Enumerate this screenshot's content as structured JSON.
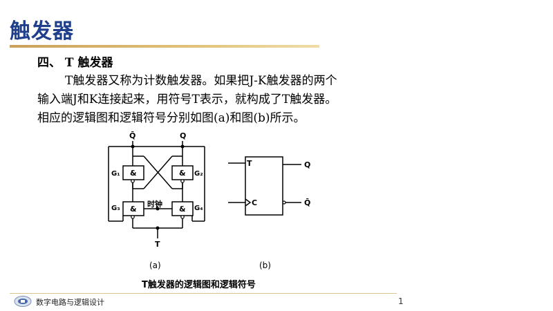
{
  "slide": {
    "title": "触发器",
    "section_heading": "四、 T 触发器",
    "paragraph_lines": [
      "T触发器又称为计数触发器。如果把J-K触发器的两个",
      "输入端J和K连接起来，用符号T表示，就构成了T触发器。",
      "相应的逻辑图和逻辑符号分别如图(a)和图(b)所示。"
    ]
  },
  "figure_a": {
    "q_bar_label": "Q̄",
    "q_label": "Q",
    "gate_symbol": "&",
    "g1": "G₁",
    "g2": "G₂",
    "g3": "G₃",
    "g4": "G₄",
    "clock_label": "时钟",
    "t_label": "T",
    "caption": "(a)"
  },
  "figure_b": {
    "t_input": "T",
    "c_input": "C",
    "q_output": "Q",
    "q_bar_output": "Q̄",
    "caption": "(b)"
  },
  "figure_caption": "T触发器的逻辑图和逻辑符号",
  "footer": {
    "course_name": "数字电路与逻辑设计",
    "page_number": "1"
  },
  "colors": {
    "title": "#1f3f8c",
    "rule": "#c9a15a"
  }
}
